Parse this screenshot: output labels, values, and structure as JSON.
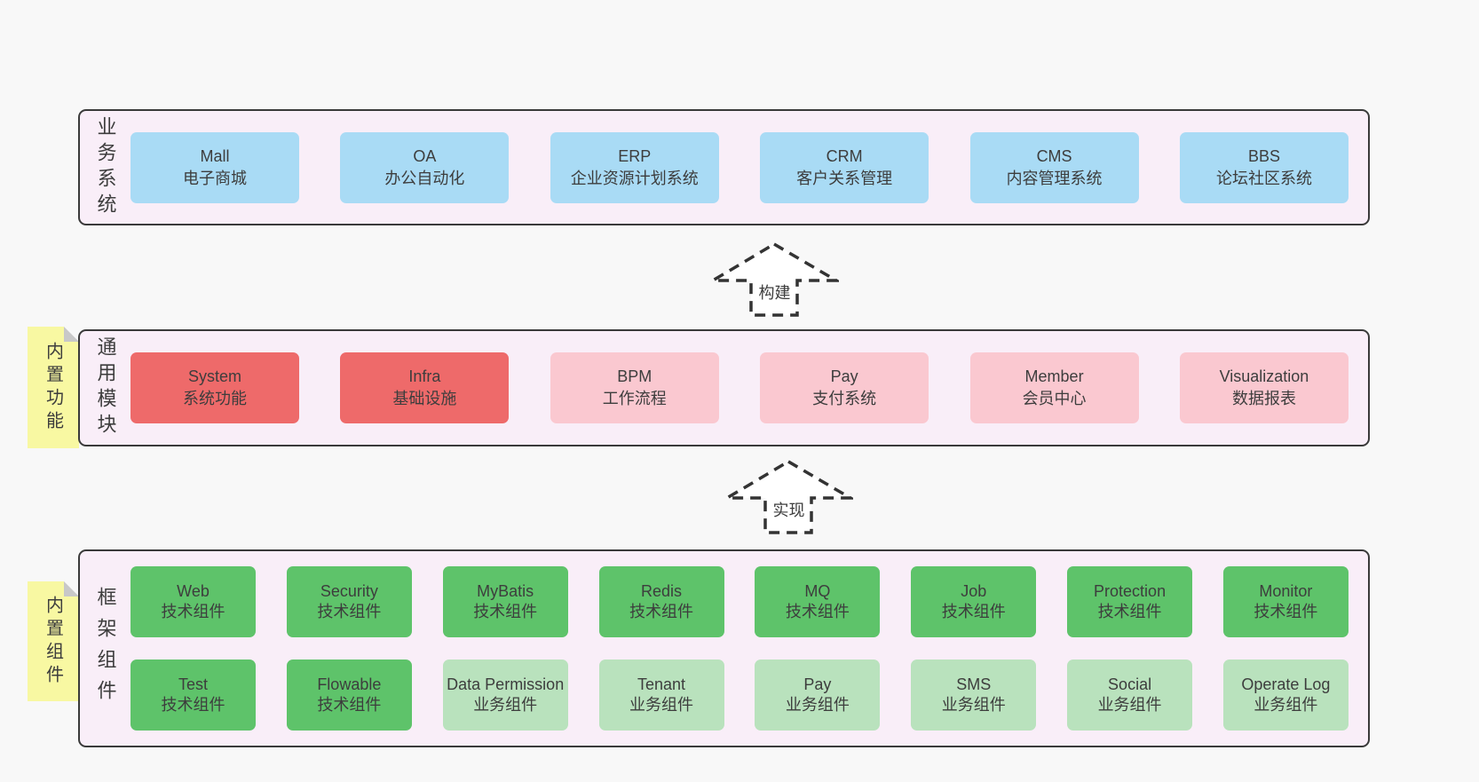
{
  "colors": {
    "page_bg": "#f8f8f8",
    "panel_bg": "#f9eef8",
    "panel_border": "#3a3a3a",
    "blue_box": "#a9dbf5",
    "red_box": "#ee6a6a",
    "pink_box": "#fac8d0",
    "green_box": "#5ec36a",
    "light_green_box": "#b9e2bd",
    "sticky_yellow": "#f8f8a2",
    "sticky_fold": "#c8c8c8",
    "text": "#3d3d3d"
  },
  "arrows": [
    {
      "label": "构建"
    },
    {
      "label": "实现"
    }
  ],
  "layers": [
    {
      "label": "业务系统",
      "boxes": [
        {
          "title": "Mall",
          "subtitle": "电子商城"
        },
        {
          "title": "OA",
          "subtitle": "办公自动化"
        },
        {
          "title": "ERP",
          "subtitle": "企业资源计划系统"
        },
        {
          "title": "CRM",
          "subtitle": "客户关系管理"
        },
        {
          "title": "CMS",
          "subtitle": "内容管理系统"
        },
        {
          "title": "BBS",
          "subtitle": "论坛社区系统"
        }
      ]
    },
    {
      "label": "通用模块",
      "sticky": "内置功能",
      "boxes": [
        {
          "title": "System",
          "subtitle": "系统功能"
        },
        {
          "title": "Infra",
          "subtitle": "基础设施"
        },
        {
          "title": "BPM",
          "subtitle": "工作流程"
        },
        {
          "title": "Pay",
          "subtitle": "支付系统"
        },
        {
          "title": "Member",
          "subtitle": "会员中心"
        },
        {
          "title": "Visualization",
          "subtitle": "数据报表"
        }
      ]
    },
    {
      "label": "框架组件",
      "sticky": "内置组件",
      "rows": [
        [
          {
            "title": "Web",
            "subtitle": "技术组件"
          },
          {
            "title": "Security",
            "subtitle": "技术组件"
          },
          {
            "title": "MyBatis",
            "subtitle": "技术组件"
          },
          {
            "title": "Redis",
            "subtitle": "技术组件"
          },
          {
            "title": "MQ",
            "subtitle": "技术组件"
          },
          {
            "title": "Job",
            "subtitle": "技术组件"
          },
          {
            "title": "Protection",
            "subtitle": "技术组件"
          },
          {
            "title": "Monitor",
            "subtitle": "技术组件"
          }
        ],
        [
          {
            "title": "Test",
            "subtitle": "技术组件"
          },
          {
            "title": "Flowable",
            "subtitle": "技术组件"
          },
          {
            "title": "Data Permission",
            "subtitle": "业务组件"
          },
          {
            "title": "Tenant",
            "subtitle": "业务组件"
          },
          {
            "title": "Pay",
            "subtitle": "业务组件"
          },
          {
            "title": "SMS",
            "subtitle": "业务组件"
          },
          {
            "title": "Social",
            "subtitle": "业务组件"
          },
          {
            "title": "Operate Log",
            "subtitle": "业务组件"
          }
        ]
      ]
    }
  ]
}
